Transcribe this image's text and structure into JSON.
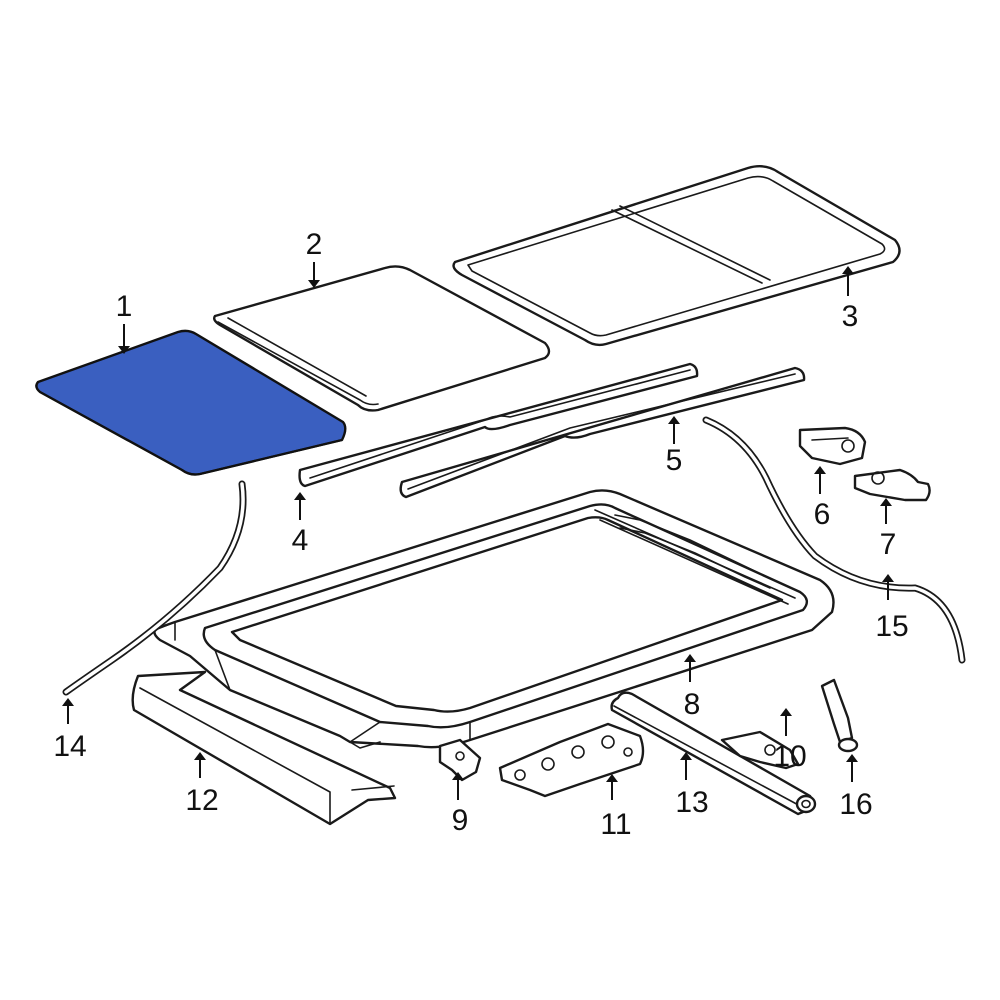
{
  "colors": {
    "highlight": "#3a5fc0",
    "line": "#1a1a1a",
    "background": "#ffffff"
  },
  "highlighted_part": "1",
  "callouts": [
    {
      "id": "c1",
      "label": "1",
      "part": "glass-panel"
    },
    {
      "id": "c2",
      "label": "2",
      "part": "sunshade-panel"
    },
    {
      "id": "c3",
      "label": "3",
      "part": "frame-seal"
    },
    {
      "id": "c4",
      "label": "4",
      "part": "deflector"
    },
    {
      "id": "c5",
      "label": "5",
      "part": "rail-trim"
    },
    {
      "id": "c6",
      "label": "6",
      "part": "motor"
    },
    {
      "id": "c7",
      "label": "7",
      "part": "motor-bracket"
    },
    {
      "id": "c8",
      "label": "8",
      "part": "sunroof-frame"
    },
    {
      "id": "c9",
      "label": "9",
      "part": "bracket"
    },
    {
      "id": "c10",
      "label": "10",
      "part": "bracket"
    },
    {
      "id": "c11",
      "label": "11",
      "part": "reinforcement"
    },
    {
      "id": "c12",
      "label": "12",
      "part": "wind-deflector-panel"
    },
    {
      "id": "c13",
      "label": "13",
      "part": "roller-shade"
    },
    {
      "id": "c14",
      "label": "14",
      "part": "drain-hose"
    },
    {
      "id": "c15",
      "label": "15",
      "part": "drain-hose"
    },
    {
      "id": "c16",
      "label": "16",
      "part": "connector"
    }
  ]
}
